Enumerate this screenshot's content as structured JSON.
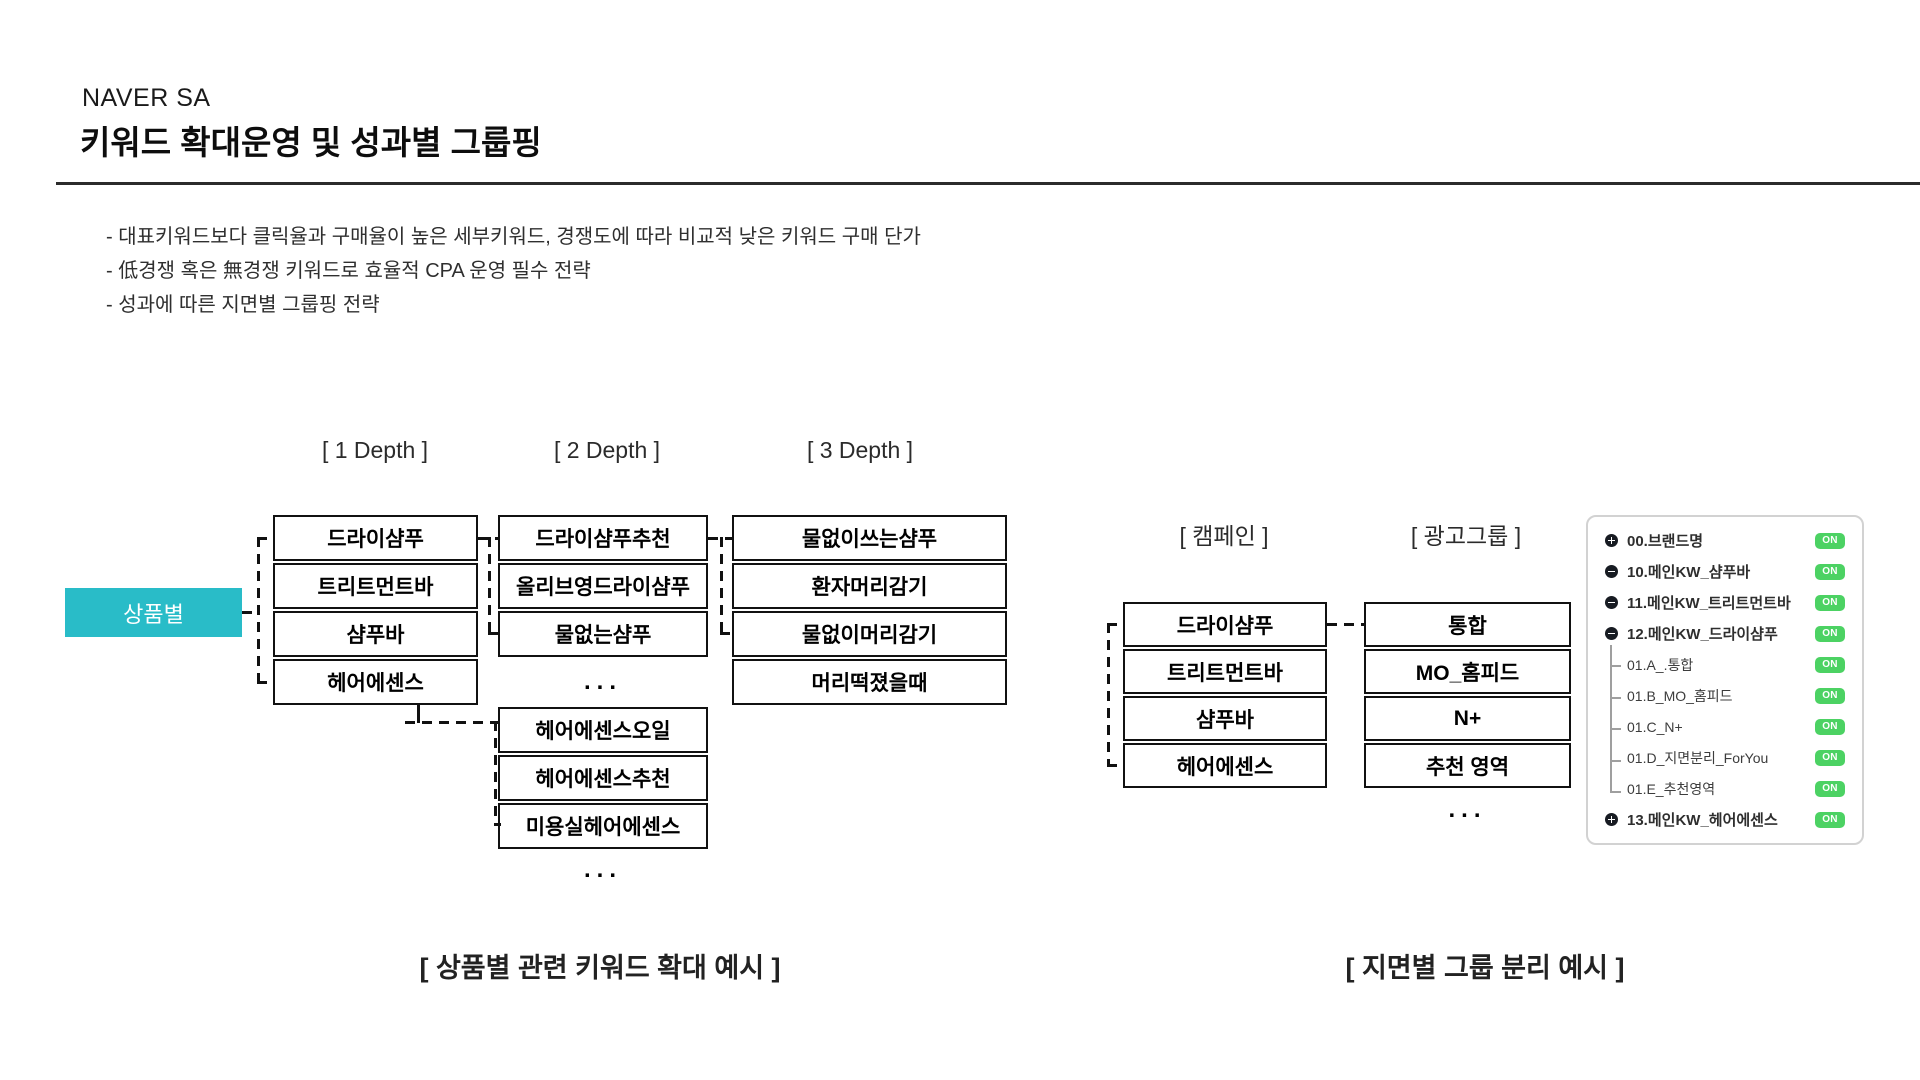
{
  "header": {
    "eyebrow": "NAVER SA",
    "title": "키워드 확대운영 및 성과별 그룹핑"
  },
  "bullets": [
    "- 대표키워드보다 클릭율과 구매율이 높은 세부키워드, 경쟁도에 따라 비교적 낮은 키워드 구매 단가",
    "- 低경쟁 혹은 無경쟁 키워드로 효율적 CPA 운영 필수 전략",
    "- 성과에 따른 지면별 그룹핑 전략"
  ],
  "left_diagram": {
    "depth_labels": [
      "[ 1 Depth ]",
      "[ 2 Depth ]",
      "[ 3 Depth ]"
    ],
    "category_label": "상품별",
    "depth1": [
      "드라이샴푸",
      "트리트먼트바",
      "샴푸바",
      "헤어에센스"
    ],
    "depth2_top": [
      "드라이샴푸추천",
      "올리브영드라이샴푸",
      "물없는샴푸"
    ],
    "depth2_bottom": [
      "헤어에센스오일",
      "헤어에센스추천",
      "미용실헤어에센스"
    ],
    "depth3": [
      "물없이쓰는샴푸",
      "환자머리감기",
      "물없이머리감기",
      "머리떡졌을때"
    ],
    "ellipsis": "...",
    "caption": "[ 상품별 관련 키워드 확대 예시 ]"
  },
  "right_diagram": {
    "campaign_label": "[ 캠페인 ]",
    "adgroup_label": "[ 광고그룹 ]",
    "campaigns": [
      "드라이샴푸",
      "트리트먼트바",
      "샴푸바",
      "헤어에센스"
    ],
    "adgroups": [
      "통합",
      "MO_홈피드",
      "N+",
      "추천 영역"
    ],
    "ellipsis": "...",
    "caption": "[ 지면별 그룹 분리 예시 ]"
  },
  "panel": {
    "rows": [
      {
        "icon": "plus-circle",
        "label": "00.브랜드명",
        "status": "ON"
      },
      {
        "icon": "minus-circle",
        "label": "10.메인KW_샴푸바",
        "status": "ON"
      },
      {
        "icon": "minus-circle",
        "label": "11.메인KW_트리트먼트바",
        "status": "ON"
      },
      {
        "icon": "minus-circle",
        "label": "12.메인KW_드라이샴푸",
        "status": "ON"
      },
      {
        "icon": "tree-branch",
        "label": "01.A_.통합",
        "status": "ON"
      },
      {
        "icon": "tree-branch",
        "label": "01.B_MO_홈피드",
        "status": "ON"
      },
      {
        "icon": "tree-branch",
        "label": "01.C_N+",
        "status": "ON"
      },
      {
        "icon": "tree-branch",
        "label": "01.D_지면분리_ForYou",
        "status": "ON"
      },
      {
        "icon": "tree-branch-end",
        "label": "01.E_추천영역",
        "status": "ON"
      },
      {
        "icon": "plus-circle",
        "label": "13.메인KW_헤어에센스",
        "status": "ON"
      }
    ]
  },
  "colors": {
    "accent_teal": "#29bcc8",
    "badge_green": "#4cd263",
    "line_black": "#111111"
  }
}
